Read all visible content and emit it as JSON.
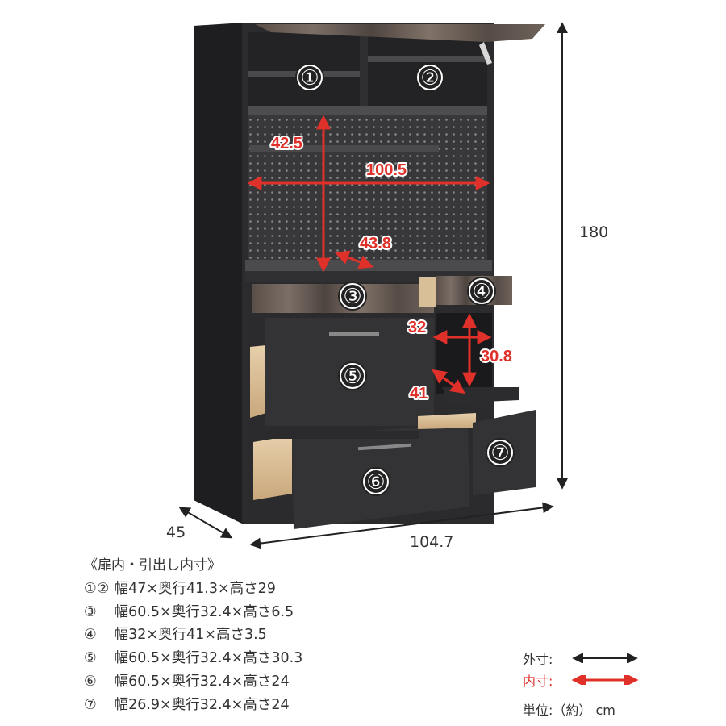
{
  "external_dimensions": {
    "height": "180",
    "width": "104.7",
    "depth": "45"
  },
  "internal_dimensions": {
    "shelf_height": "42.5",
    "shelf_width": "100.5",
    "shelf_depth": "43.8",
    "slide_width": "32",
    "slide_height": "30.8",
    "slide_depth": "41"
  },
  "compartment_numbers": [
    "①",
    "②",
    "③",
    "④",
    "⑤",
    "⑥",
    "⑦"
  ],
  "spec_title": "《扉内・引出し内寸》",
  "spec_rows": [
    {
      "num": "①②",
      "text": "幅47×奥行41.3×高さ29"
    },
    {
      "num": "③",
      "text": "幅60.5×奥行32.4×高さ6.5"
    },
    {
      "num": "④",
      "text": "幅32×奥行41×高さ3.5"
    },
    {
      "num": "⑤",
      "text": "幅60.5×奥行32.4×高さ30.3"
    },
    {
      "num": "⑥",
      "text": "幅60.5×奥行32.4×高さ24"
    },
    {
      "num": "⑦",
      "text": "幅26.9×奥行32.4×高さ24"
    }
  ],
  "legend": {
    "outer_label": "外寸:",
    "inner_label": "内寸:",
    "unit_label": "単位:（約） cm",
    "outer_color": "#222222",
    "inner_color": "#e0302a"
  },
  "colors": {
    "cabinet_body": "#2b2b2d",
    "cabinet_dark": "#1f1f21",
    "wood_top": "#6e625a",
    "drawer_interior": "#d9bf98",
    "pegboard": "#38383a"
  }
}
